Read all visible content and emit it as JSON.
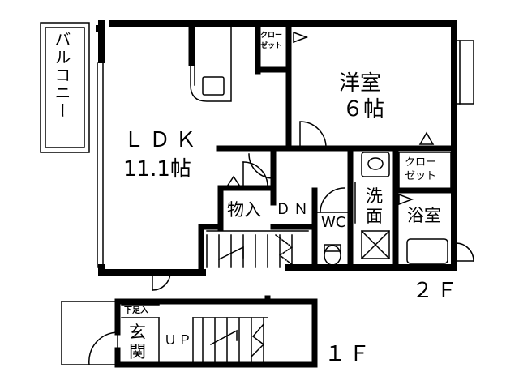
{
  "colors": {
    "line": "#000000",
    "background": "#ffffff"
  },
  "rooms": {
    "balcony": "バルコニー",
    "ldk_name": "ＬＤＫ",
    "ldk_size": "11.1帖",
    "western_name": "洋室",
    "western_size": "６帖",
    "closet_top": "クロー\nゼット",
    "closet_right": "クロー\nゼット",
    "storage": "物入",
    "washroom": "洗\n面",
    "toilet": "WC",
    "bath": "浴室",
    "shoe_box": "下足入",
    "entrance": "玄\n関"
  },
  "stairs": {
    "down": "ＤＮ",
    "up": "ＵＰ"
  },
  "floors": {
    "second": "２Ｆ",
    "first": "１Ｆ"
  }
}
